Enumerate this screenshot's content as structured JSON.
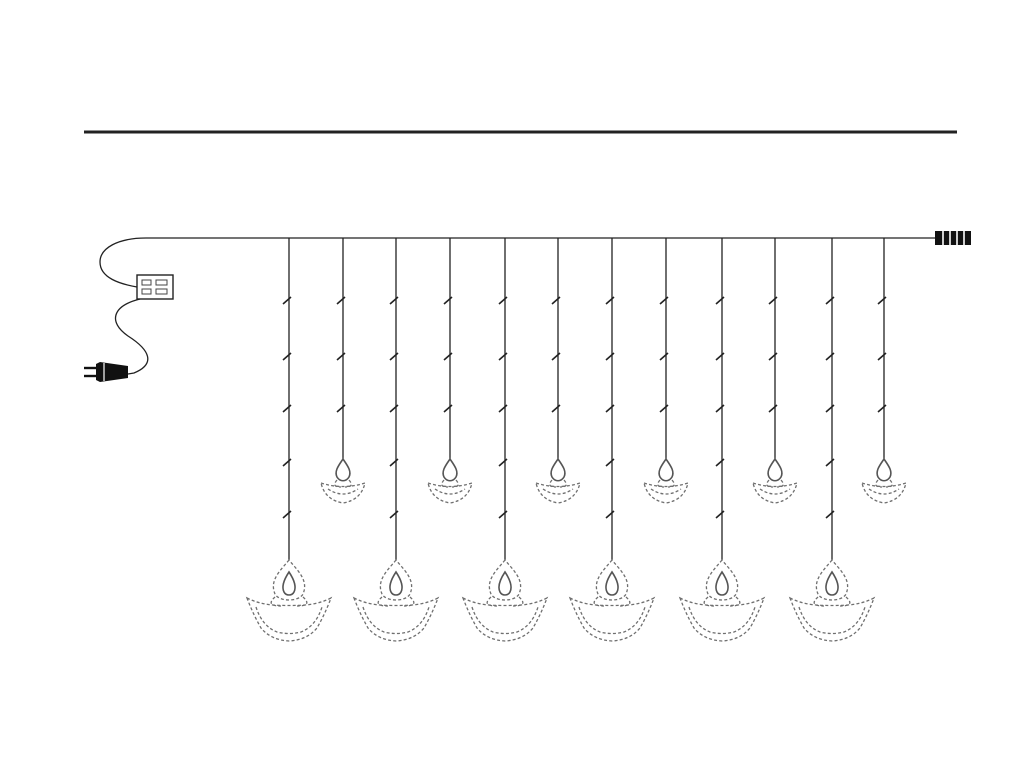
{
  "diagram": {
    "subject": "diya-curtain-string-light",
    "colors": {
      "line": "#222222",
      "lamp_outline": "#6f6f6f",
      "background": "#ffffff"
    },
    "icons": [
      "power-plug-icon",
      "controller-box-icon",
      "end-connector-icon",
      "large-diya-lamp-icon",
      "small-diya-lamp-icon"
    ],
    "counts": {
      "drop_strands": 12,
      "large_lamps": 6,
      "small_lamps": 6
    }
  }
}
